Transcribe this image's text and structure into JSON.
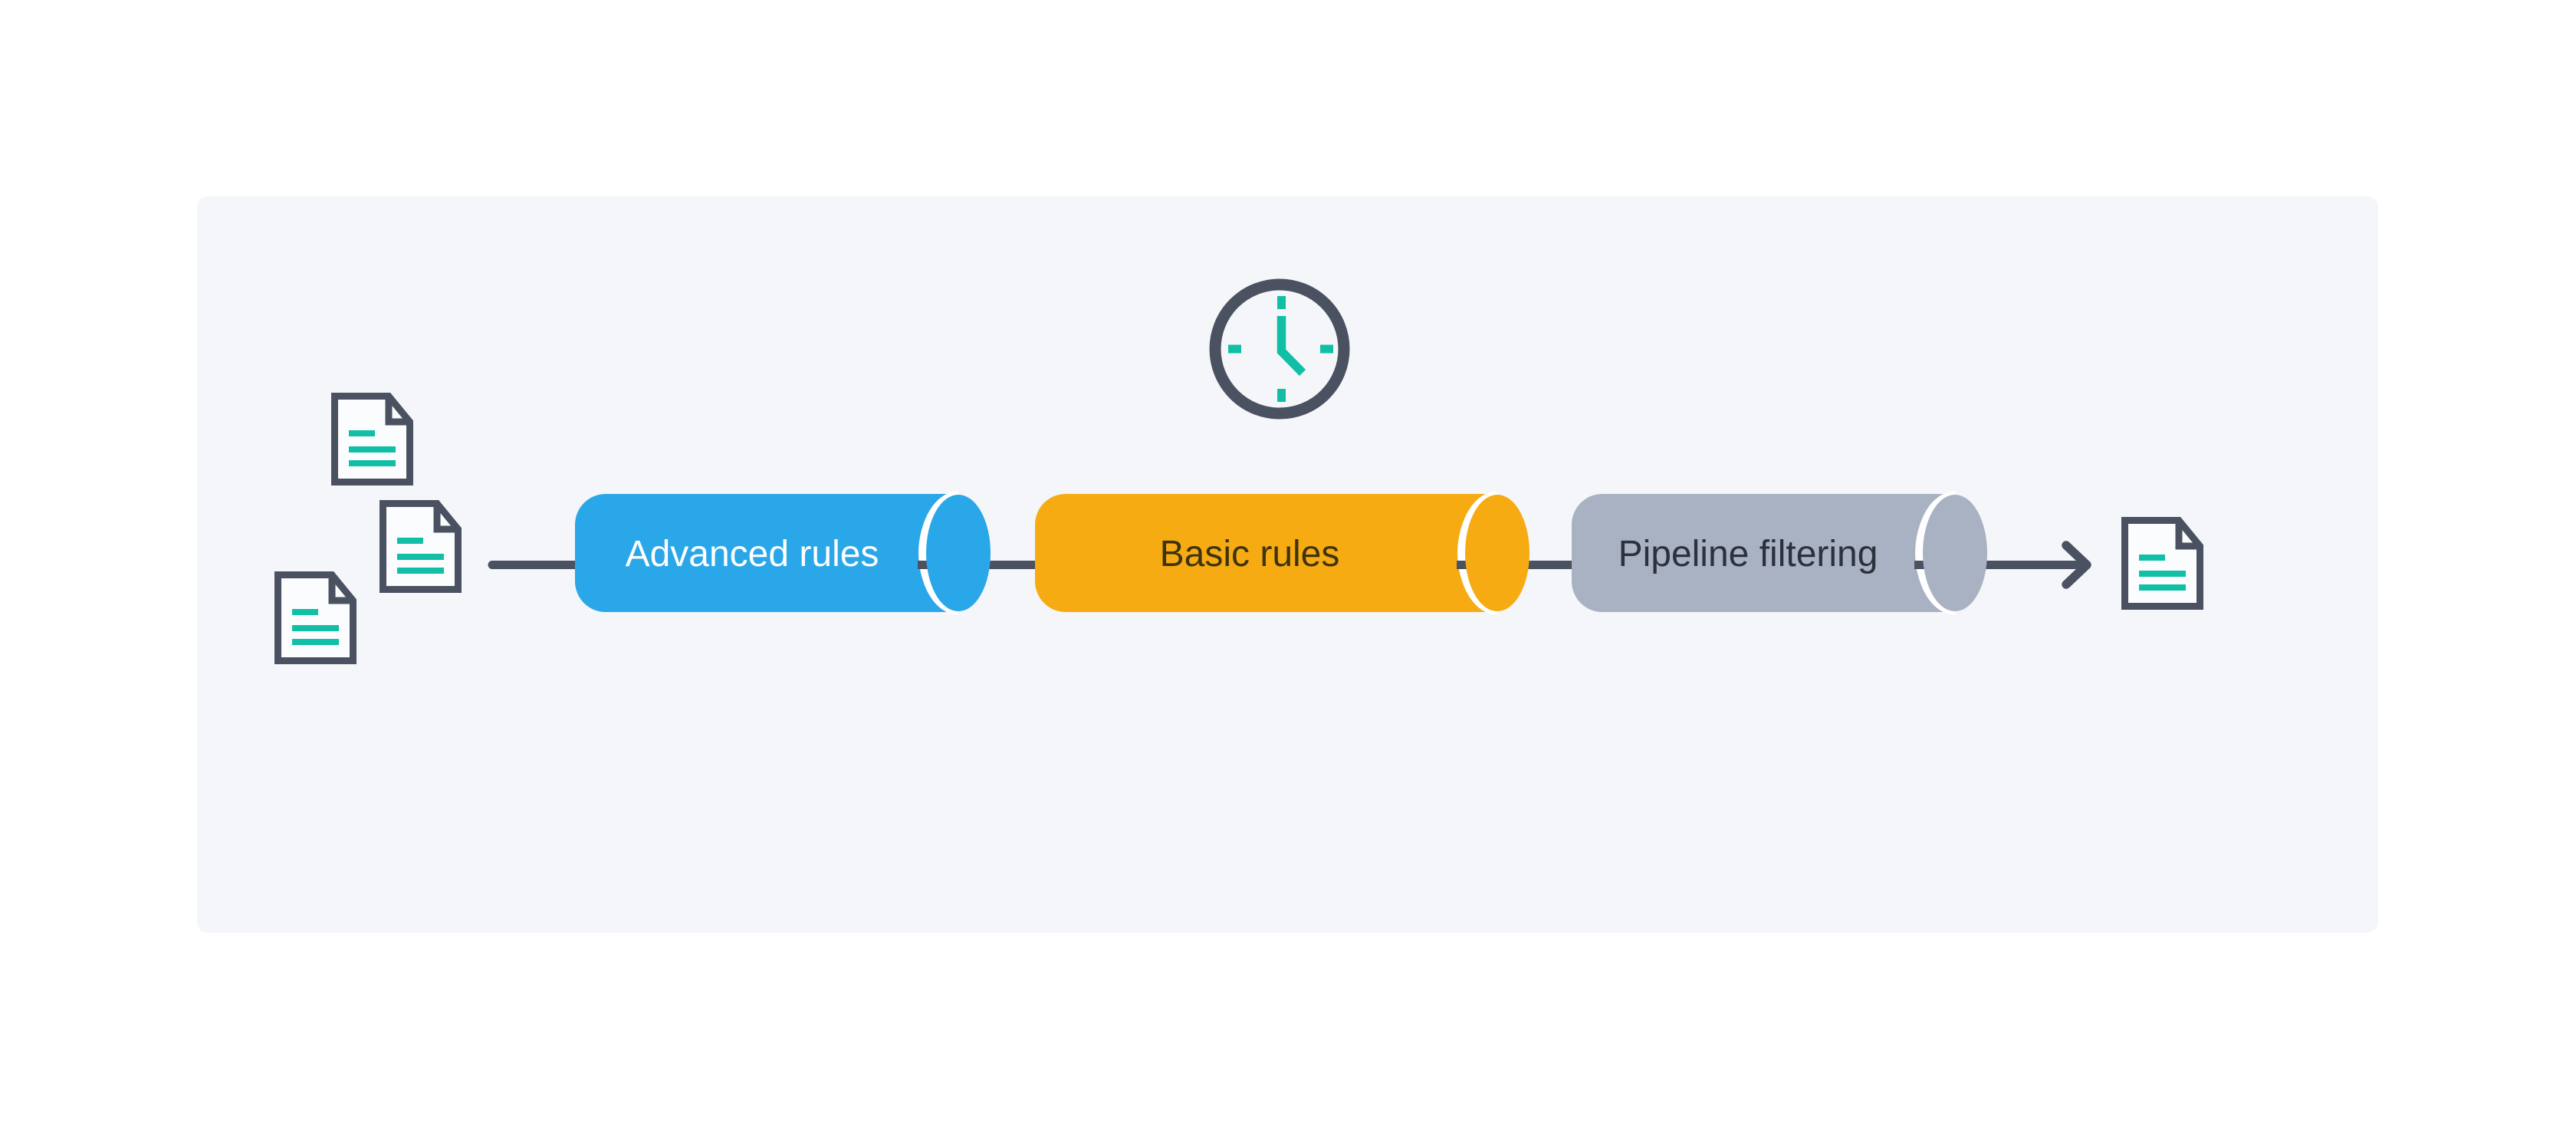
{
  "colors": {
    "page_bg": "#FFFFFF",
    "panel_bg": "#F4F6F9",
    "line": "#4A5160",
    "accent_teal": "#10BFA5",
    "paper": "#FBFCFD",
    "gap_white": "#FFFFFF"
  },
  "stages": [
    {
      "label": "Advanced rules",
      "fill": "#2AA7E9",
      "text_color": "#FFFFFF"
    },
    {
      "label": "Basic rules",
      "fill": "#F7AB13",
      "text_color": "#3D330F"
    },
    {
      "label": "Pipeline filtering",
      "fill": "#A9B2C3",
      "text_color": "#2B313D"
    }
  ],
  "icons": {
    "input_documents": "document-icon",
    "output_document": "document-icon",
    "timer": "clock-icon",
    "flow": "arrow-right-icon"
  }
}
